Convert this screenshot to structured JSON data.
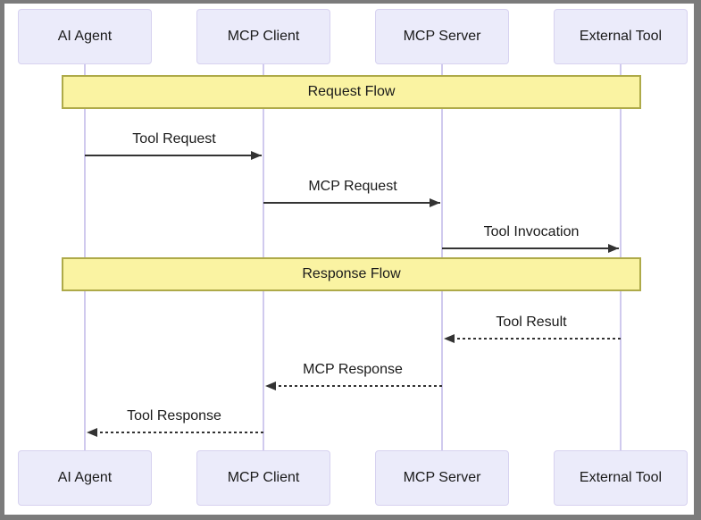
{
  "diagram": {
    "type": "sequence-diagram",
    "actors": [
      {
        "label": "AI Agent"
      },
      {
        "label": "MCP Client"
      },
      {
        "label": "MCP Server"
      },
      {
        "label": "External Tool"
      }
    ],
    "sections": [
      {
        "label": "Request Flow"
      },
      {
        "label": "Response Flow"
      }
    ],
    "messages": [
      {
        "label": "Tool Request",
        "from": "AI Agent",
        "to": "MCP Client",
        "line": "solid",
        "direction": "right"
      },
      {
        "label": "MCP Request",
        "from": "MCP Client",
        "to": "MCP Server",
        "line": "solid",
        "direction": "right"
      },
      {
        "label": "Tool Invocation",
        "from": "MCP Server",
        "to": "External Tool",
        "line": "solid",
        "direction": "right"
      },
      {
        "label": "Tool Result",
        "from": "External Tool",
        "to": "MCP Server",
        "line": "dashed",
        "direction": "left"
      },
      {
        "label": "MCP Response",
        "from": "MCP Server",
        "to": "MCP Client",
        "line": "dashed",
        "direction": "left"
      },
      {
        "label": "Tool Response",
        "from": "MCP Client",
        "to": "AI Agent",
        "line": "dashed",
        "direction": "left"
      }
    ]
  },
  "colors": {
    "background": "#ffffff",
    "frame": "#7b7b7b",
    "actor-fill": "#ebebfa",
    "actor-border": "#d7d2f0",
    "section-fill": "#faf3a2",
    "section-border": "#aeaa49",
    "lifeline": "#d0caee",
    "line": "#333333",
    "text": "#1a1a1a"
  }
}
